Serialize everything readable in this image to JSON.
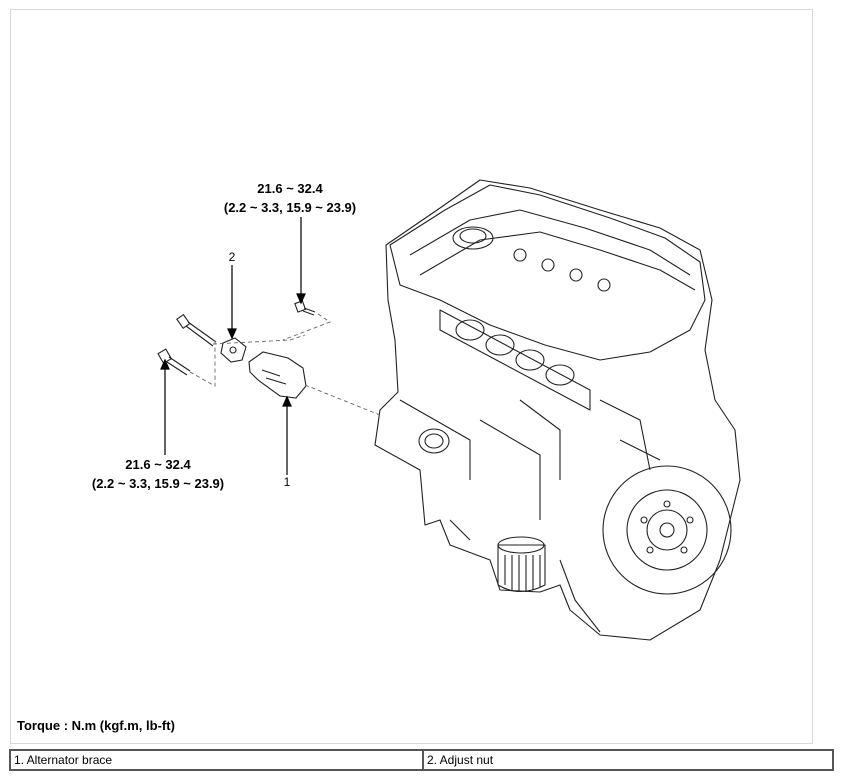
{
  "callouts": {
    "upper_torque_nm": "21.6 ~ 32.4",
    "upper_torque_alt": "(2.2 ~ 3.3, 15.9 ~ 23.9)",
    "lower_torque_nm": "21.6 ~ 32.4",
    "lower_torque_alt": "(2.2 ~ 3.3, 15.9 ~ 23.9)",
    "part_1": "1",
    "part_2": "2"
  },
  "torque_units": "Torque : N.m (kgf.m, lb-ft)",
  "legend": [
    {
      "label": "1. Alternator brace"
    },
    {
      "label": "2. Adjust nut"
    }
  ]
}
